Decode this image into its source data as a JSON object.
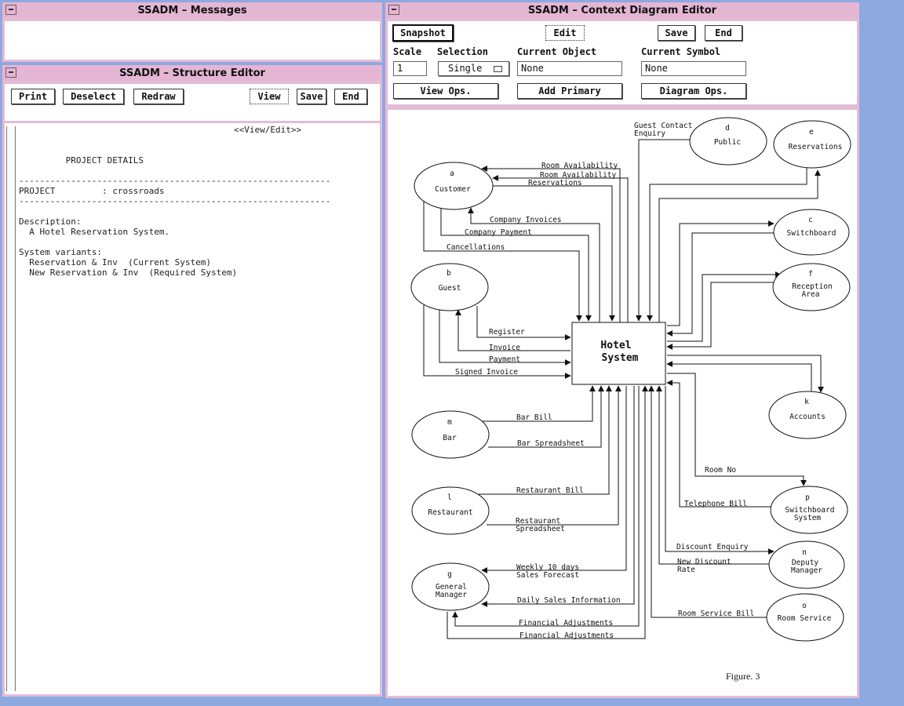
{
  "messages": {
    "title": "SSADM – Messages"
  },
  "structure": {
    "title": "SSADM – Structure Editor",
    "buttons": {
      "print": "Print",
      "deselect": "Deselect",
      "redraw": "Redraw",
      "view": "View",
      "save": "Save",
      "end": "End"
    },
    "mode": "<<View/Edit>>",
    "doc": {
      "heading": "PROJECT DETAILS",
      "rule": "------------------------------------------------------------",
      "project_label": "PROJECT",
      "project_value": ": crossroads",
      "description_label": "Description:",
      "description": "A Hotel Reservation System.",
      "variants_label": "System variants:",
      "variants": [
        "Reservation & Inv  (Current System)",
        "New Reservation & Inv  (Required System)"
      ]
    }
  },
  "context": {
    "title": "SSADM – Context Diagram Editor",
    "buttons": {
      "snapshot": "Snapshot",
      "edit": "Edit",
      "save": "Save",
      "end": "End",
      "view_ops": "View Ops.",
      "add_primary": "Add Primary",
      "diagram_ops": "Diagram Ops."
    },
    "labels": {
      "scale": "Scale",
      "selection": "Selection",
      "current_object": "Current Object",
      "current_symbol": "Current Symbol"
    },
    "values": {
      "scale": "1",
      "selection": "Single",
      "current_object": "None",
      "current_symbol": "None"
    }
  },
  "diagram": {
    "center": [
      "Hotel",
      "System"
    ],
    "figure": "Figure. 3",
    "entities": {
      "a": [
        "a",
        "Customer"
      ],
      "b": [
        "b",
        "Guest"
      ],
      "d": [
        "d",
        "Public"
      ],
      "e": [
        "e",
        "Reservations"
      ],
      "c": [
        "c",
        "Switchboard"
      ],
      "f": [
        "f",
        "Reception",
        "Area"
      ],
      "k": [
        "k",
        "Accounts"
      ],
      "m": [
        "m",
        "Bar"
      ],
      "l": [
        "l",
        "Restaurant"
      ],
      "g": [
        "g",
        "General",
        "Manager"
      ],
      "p": [
        "p",
        "Switchboard",
        "System"
      ],
      "n": [
        "n",
        "Deputy",
        "Manager"
      ],
      "o": [
        "o",
        "Room Service"
      ]
    },
    "flows": {
      "room_avail_1": "Room Availability",
      "room_avail_2": "Room Availability",
      "reservations": "Reservations",
      "company_invoices": "Company Invoices",
      "company_payment": "Company Payment",
      "cancellations": "Cancellations",
      "guest_contact": [
        "Guest Contact",
        "Enquiry"
      ],
      "register": "Register",
      "invoice": "Invoice",
      "payment": "Payment",
      "signed_invoice": "Signed Invoice",
      "bar_bill": "Bar Bill",
      "bar_spreadsheet": "Bar Spreadsheet",
      "restaurant_bill": "Restaurant Bill",
      "restaurant_spreadsheet": [
        "Restaurant",
        "Spreadsheet"
      ],
      "weekly_forecast": [
        "Weekly 10 days",
        "Sales Forecast"
      ],
      "daily_sales": "Daily Sales Information",
      "fin_adj_1": "Financial Adjustments",
      "fin_adj_2": "Financial Adjustments",
      "room_no": "Room No",
      "telephone_bill": "Telephone Bill",
      "discount_enquiry": "Discount Enquiry",
      "new_discount": [
        "New Discount",
        "Rate"
      ],
      "room_service_bill": "Room Service Bill"
    }
  }
}
